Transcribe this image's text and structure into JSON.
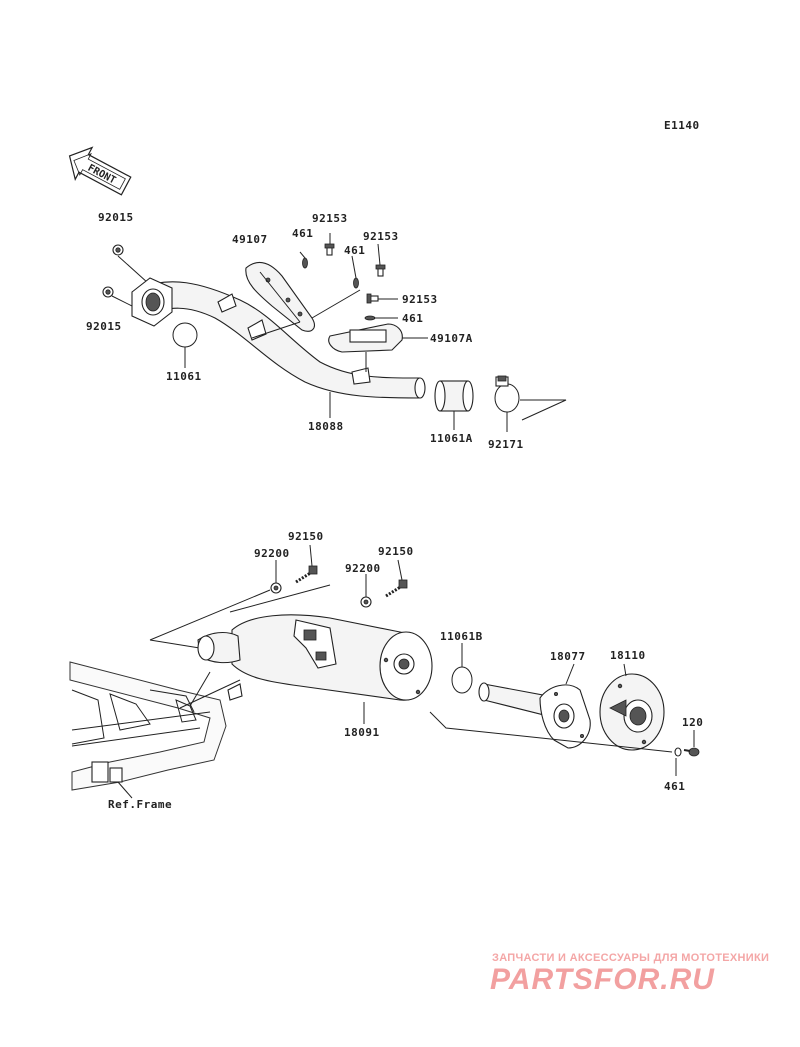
{
  "diagram_code": "E1140",
  "front_label": "FRONT",
  "ref_label": "Ref.Frame",
  "watermark": {
    "tagline": "ЗАПЧАСТИ И АКСЕССУАРЫ ДЛЯ МОТОТЕХНИКИ",
    "logo": "PARTSFOR.RU"
  },
  "labels": {
    "l92015a": "92015",
    "l92015b": "92015",
    "l11061": "11061",
    "l49107": "49107",
    "l461a": "461",
    "l92153a": "92153",
    "l461b": "461",
    "l92153b": "92153",
    "l92153c": "92153",
    "l461c": "461",
    "l49107a": "49107A",
    "l18088": "18088",
    "l11061a": "11061A",
    "l92171": "92171",
    "l92150a": "92150",
    "l92200a": "92200",
    "l92150b": "92150",
    "l92200b": "92200",
    "l11061b": "11061B",
    "l18077": "18077",
    "l18110": "18110",
    "l120": "120",
    "l461d": "461",
    "l18091": "18091"
  }
}
